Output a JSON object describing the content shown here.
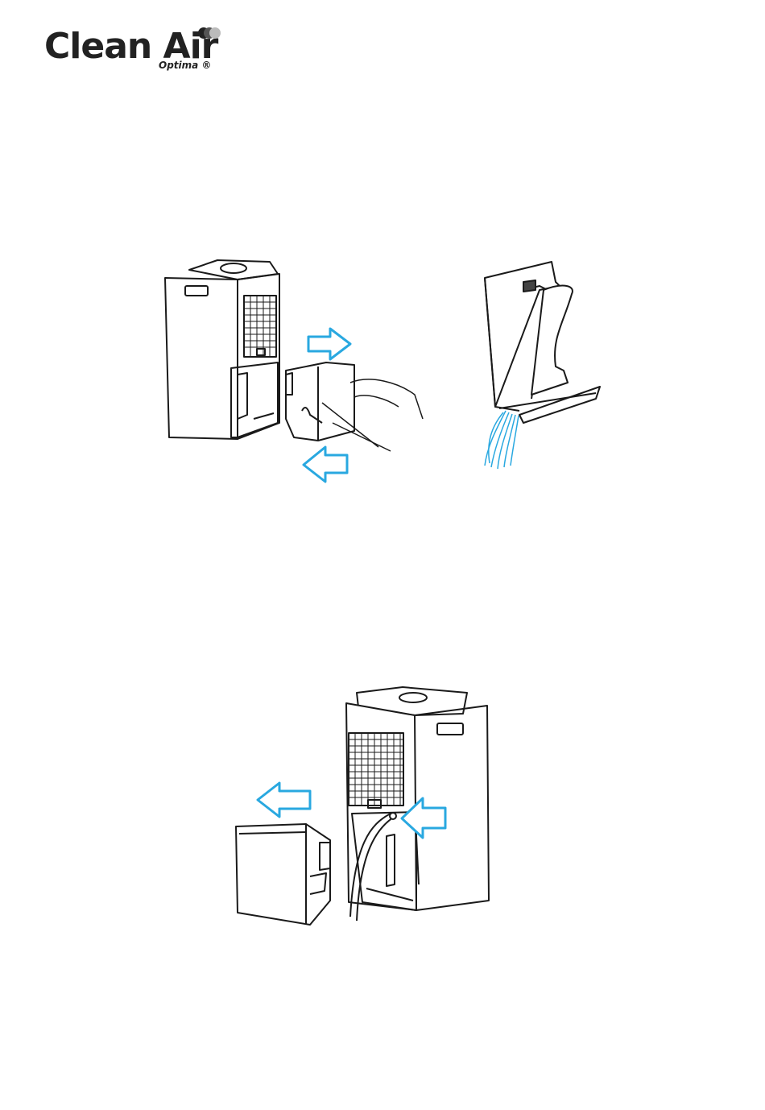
{
  "brand": {
    "name": "Clean Air",
    "sub": "Optima ®"
  },
  "colors": {
    "arrow": "#29a8e0",
    "line": "#1a1a1a",
    "water": "#29a8e0"
  },
  "figures": [
    {
      "name": "remove-tank-figure",
      "icons": [
        "dehumidifier-unit",
        "water-tank",
        "hand",
        "arrow-right-icon",
        "arrow-left-icon"
      ]
    },
    {
      "name": "empty-tank-figure",
      "icons": [
        "water-tank-tilted",
        "water-stream"
      ]
    },
    {
      "name": "drain-hose-figure",
      "icons": [
        "dehumidifier-unit",
        "water-tank",
        "drain-hose",
        "arrow-left-icon",
        "arrow-pointing-icon"
      ]
    }
  ]
}
